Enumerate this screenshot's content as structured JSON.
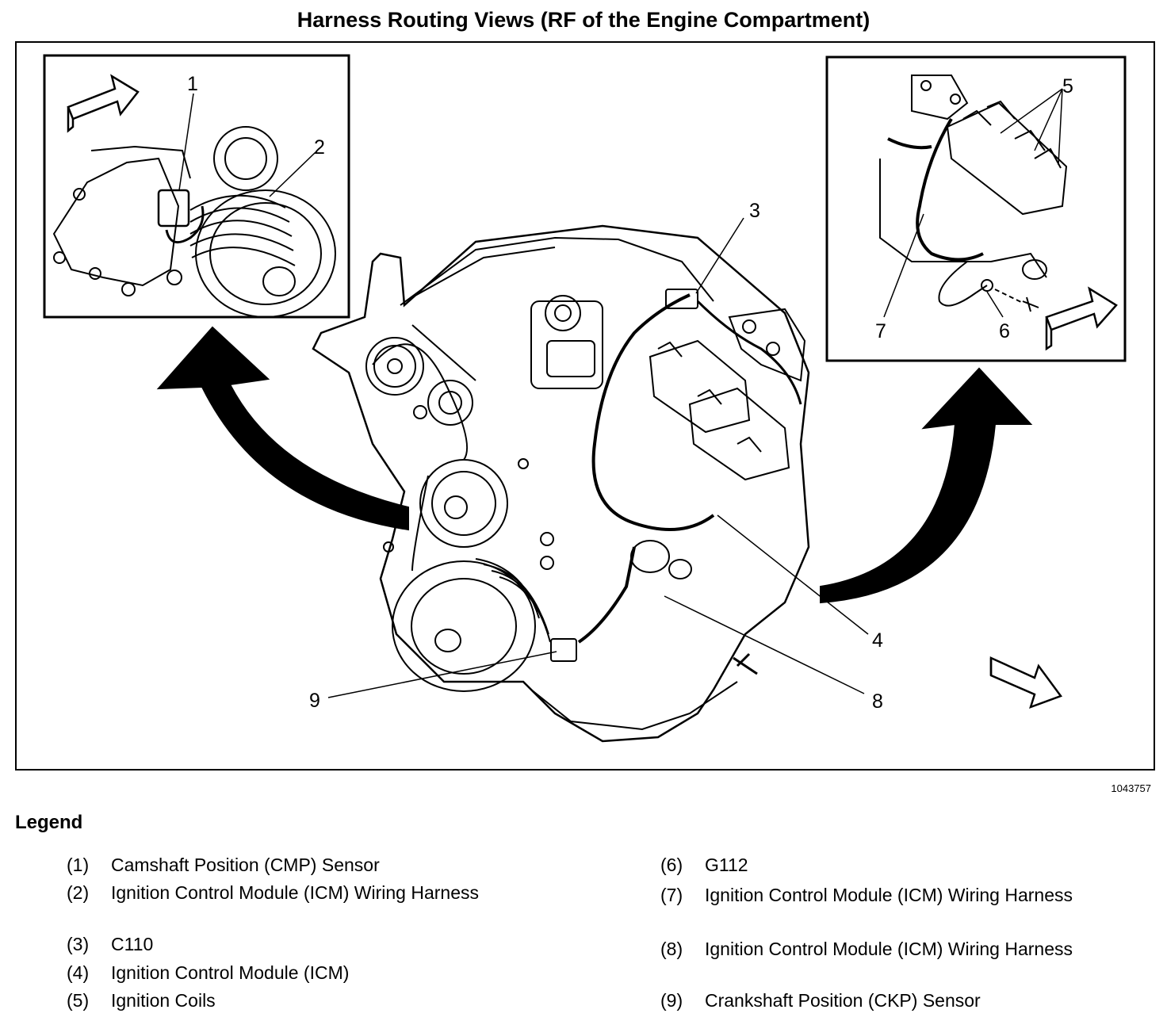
{
  "title": "Harness Routing Views (RF of the Engine Compartment)",
  "figure_number": "1043757",
  "callouts": [
    "1",
    "2",
    "3",
    "4",
    "5",
    "6",
    "7",
    "8",
    "9"
  ],
  "legend": {
    "heading": "Legend",
    "items": [
      {
        "num": "(1)",
        "text": "Camshaft Position (CMP) Sensor"
      },
      {
        "num": "(2)",
        "text": "Ignition Control Module (ICM) Wiring Harness"
      },
      {
        "num": "(3)",
        "text": "C110"
      },
      {
        "num": "(4)",
        "text": "Ignition Control Module (ICM)"
      },
      {
        "num": "(5)",
        "text": "Ignition Coils"
      },
      {
        "num": "(6)",
        "text": "G112"
      },
      {
        "num": "(7)",
        "text": "Ignition Control Module (ICM) Wiring Harness"
      },
      {
        "num": "(8)",
        "text": "Ignition Control Module (ICM) Wiring Harness"
      },
      {
        "num": "(9)",
        "text": "Crankshaft Position (CKP) Sensor"
      }
    ]
  }
}
